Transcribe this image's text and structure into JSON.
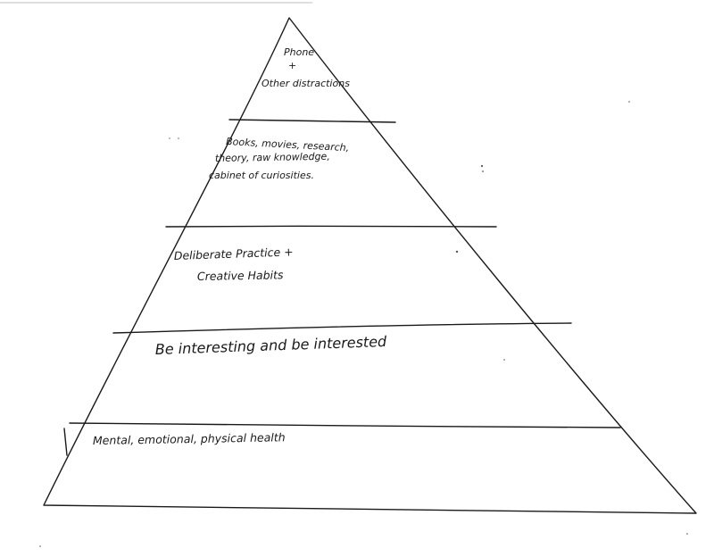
{
  "pyramid": {
    "levels": [
      {
        "lines": [
          "Phone",
          "+",
          "Other distractions"
        ]
      },
      {
        "lines": [
          "Books, movies, research,",
          "theory, raw knowledge,",
          "cabinet of curiosities."
        ]
      },
      {
        "lines": [
          "Deliberate Practice +",
          "Creative Habits"
        ]
      },
      {
        "lines": [
          "Be interesting and be interested"
        ]
      },
      {
        "lines": [
          "Mental, emotional, physical health"
        ]
      }
    ]
  },
  "colors": {
    "ink": "#1a1a1a",
    "paper": "#ffffff"
  }
}
